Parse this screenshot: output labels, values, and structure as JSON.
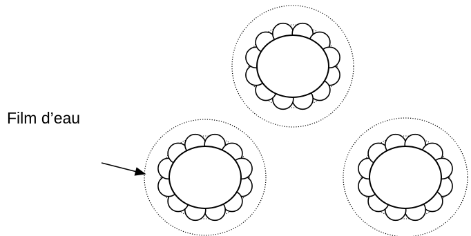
{
  "annotation": {
    "label": "Film d’eau",
    "arrow_target": "water-film"
  },
  "particles": [
    {
      "id": "top-particle",
      "petals": 12
    },
    {
      "id": "bottom-left-particle",
      "petals": 12
    },
    {
      "id": "bottom-right-particle",
      "petals": 12
    }
  ]
}
